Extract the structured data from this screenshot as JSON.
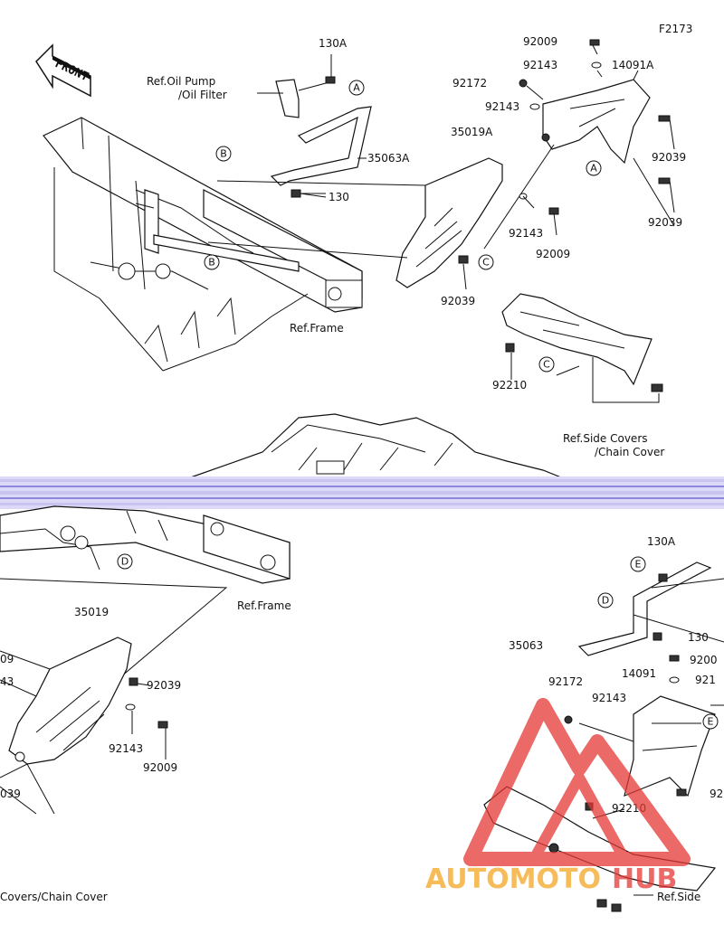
{
  "diagram_id": "F2173",
  "front_label": "FRONT",
  "top": {
    "labels": {
      "p130a": "130A",
      "ref_oil": "Ref.Oil Pump",
      "ref_oil2": "/Oil Filter",
      "p35063a": "35063A",
      "p130": "130",
      "ref_frame": "Ref.Frame",
      "p92009a": "92009",
      "p92143a": "92143",
      "p14091a": "14091A",
      "p92172": "92172",
      "p92143b": "92143",
      "p35019a": "35019A",
      "p92039a": "92039",
      "p92039b": "92039",
      "p92143c": "92143",
      "p92009b": "92009",
      "p92039c": "92039",
      "p92210": "92210",
      "ref_side": "Ref.Side Covers",
      "ref_side2": "/Chain Cover"
    },
    "callouts": {
      "a1": "A",
      "a2": "A",
      "b1": "B",
      "b2": "B",
      "c1": "C",
      "c2": "C"
    }
  },
  "bottom": {
    "labels": {
      "ref_frame": "Ref.Frame",
      "p35019": "35019",
      "p09": "09",
      "p43": "43",
      "p92039a": "92039",
      "p92143": "92143",
      "p92009": "92009",
      "p039": "039",
      "ref_side": "Covers/Chain Cover",
      "p130a": "130A",
      "p35063": "35063",
      "p130": "130",
      "p9200": "9200",
      "p921": "921",
      "p92172": "92172",
      "p92143b": "92143",
      "p14091": "14091",
      "p92210": "92210",
      "p92": "92",
      "ref_side_r": "Ref.Side"
    },
    "callouts": {
      "d1": "D",
      "d2": "D",
      "e1": "E",
      "e2": "E"
    }
  },
  "watermark": {
    "text_a": "AUTOMOTO",
    "text_b": "HUB",
    "color_red": "#e53935",
    "color_orange": "#f5a623"
  }
}
